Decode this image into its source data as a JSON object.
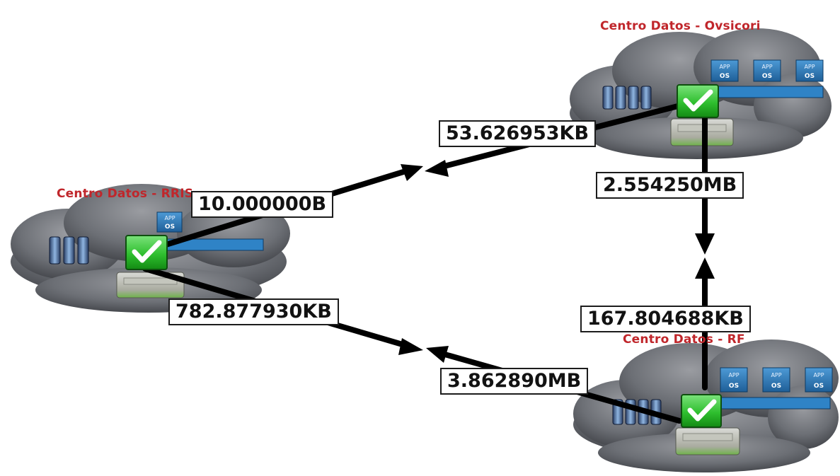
{
  "datacenters": [
    {
      "id": "ovsicori",
      "title": "Centro Datos - Ovsicori",
      "status_icon": "check-icon"
    },
    {
      "id": "left",
      "title": "Centro Datos - RRIS",
      "status_icon": "check-icon"
    },
    {
      "id": "rf",
      "title": "Centro Datos - RF",
      "status_icon": "check-icon"
    }
  ],
  "vm_tile_labels": {
    "app": "APP",
    "os": "OS"
  },
  "links": {
    "left_to_ovsicori": "10.000000B",
    "ovsicori_to_left": "53.626953KB",
    "ovsicori_to_rf": "2.554250MB",
    "rf_to_ovsicori": "167.804688KB",
    "left_to_rf": "782.877930KB",
    "rf_to_left": "3.862890MB"
  },
  "colors": {
    "title_red": "#c0262b",
    "check_green": "#2fbf2f",
    "tile_blue": "#2a78b8",
    "cloud_gray": "#6f7278"
  }
}
